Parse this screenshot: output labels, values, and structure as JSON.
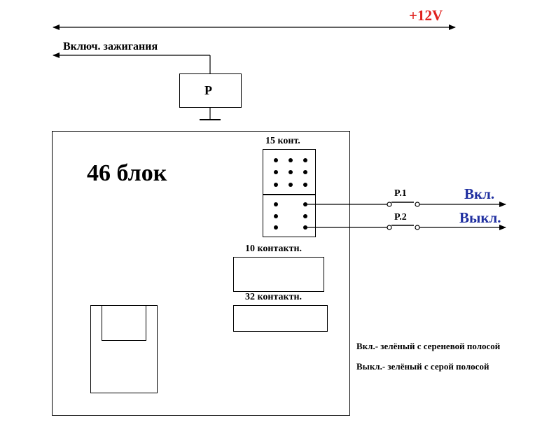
{
  "supply": {
    "label": "+12V",
    "color": "#e0201c"
  },
  "ignition": {
    "label": "Включ. зажигания"
  },
  "relay": {
    "label": "P"
  },
  "block": {
    "title": "46 блок"
  },
  "connectors": {
    "c15": {
      "label": "15 конт."
    },
    "c10": {
      "label": "10 контактн."
    },
    "c32": {
      "label": "32 контактн."
    }
  },
  "outputs": {
    "on": {
      "relay_label": "P.1",
      "label": "Вкл.",
      "color": "#1f2fa0"
    },
    "off": {
      "relay_label": "P.2",
      "label": "Выкл.",
      "color": "#1f2fa0"
    }
  },
  "legend": {
    "on_desc": "Вкл.- зелёный с сереневой полосой",
    "off_desc": "Выкл.- зелёный с серой полосой"
  }
}
